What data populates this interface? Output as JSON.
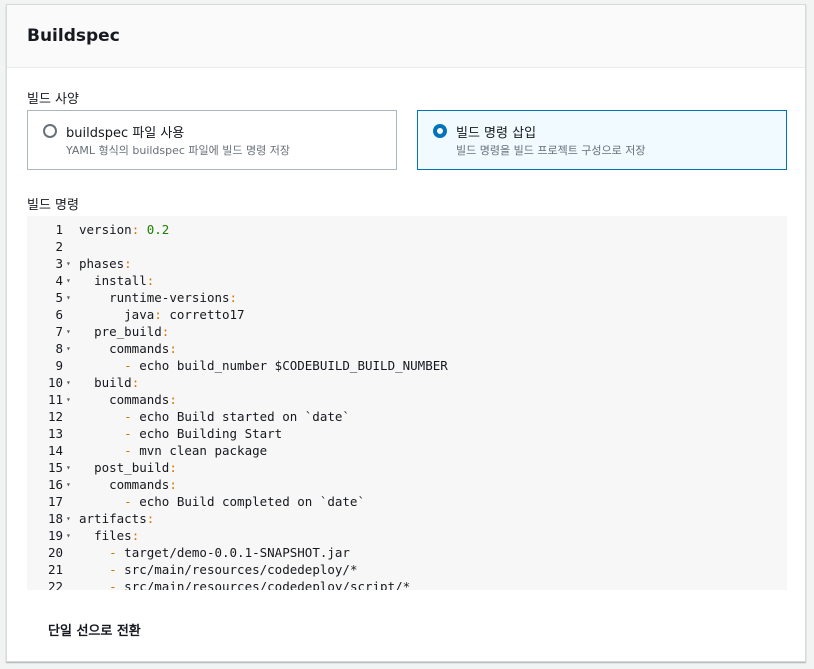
{
  "panel": {
    "title": "Buildspec"
  },
  "build_spec": {
    "label": "빌드 사양",
    "options": [
      {
        "title": "buildspec 파일 사용",
        "description": "YAML 형식의 buildspec 파일에 빌드 명령 저장",
        "selected": false
      },
      {
        "title": "빌드 명령 삽입",
        "description": "빌드 명령을 빌드 프로젝트 구성으로 저장",
        "selected": true
      }
    ]
  },
  "build_commands": {
    "label": "빌드 명령",
    "lines": [
      {
        "num": "1",
        "fold": false,
        "indent": "",
        "key": "version",
        "colon": true,
        "value": "0.2",
        "value_type": "number"
      },
      {
        "num": "2",
        "fold": false,
        "indent": "",
        "key": "",
        "colon": false,
        "value": "",
        "value_type": "text"
      },
      {
        "num": "3",
        "fold": true,
        "indent": "",
        "key": "phases",
        "colon": true,
        "value": "",
        "value_type": "text"
      },
      {
        "num": "4",
        "fold": true,
        "indent": "  ",
        "key": "install",
        "colon": true,
        "value": "",
        "value_type": "text"
      },
      {
        "num": "5",
        "fold": true,
        "indent": "    ",
        "key": "runtime-versions",
        "colon": true,
        "value": "",
        "value_type": "text"
      },
      {
        "num": "6",
        "fold": false,
        "indent": "      ",
        "key": "java",
        "colon": true,
        "value": "corretto17",
        "value_type": "text"
      },
      {
        "num": "7",
        "fold": true,
        "indent": "  ",
        "key": "pre_build",
        "colon": true,
        "value": "",
        "value_type": "text"
      },
      {
        "num": "8",
        "fold": true,
        "indent": "    ",
        "key": "commands",
        "colon": true,
        "value": "",
        "value_type": "text"
      },
      {
        "num": "9",
        "fold": false,
        "indent": "      ",
        "dash": true,
        "key": "",
        "colon": false,
        "value": "echo build_number $CODEBUILD_BUILD_NUMBER",
        "value_type": "text"
      },
      {
        "num": "10",
        "fold": true,
        "indent": "  ",
        "key": "build",
        "colon": true,
        "value": "",
        "value_type": "text"
      },
      {
        "num": "11",
        "fold": true,
        "indent": "    ",
        "key": "commands",
        "colon": true,
        "value": "",
        "value_type": "text"
      },
      {
        "num": "12",
        "fold": false,
        "indent": "      ",
        "dash": true,
        "key": "",
        "colon": false,
        "value": "echo Build started on `date`",
        "value_type": "text"
      },
      {
        "num": "13",
        "fold": false,
        "indent": "      ",
        "dash": true,
        "key": "",
        "colon": false,
        "value": "echo Building Start",
        "value_type": "text"
      },
      {
        "num": "14",
        "fold": false,
        "indent": "      ",
        "dash": true,
        "key": "",
        "colon": false,
        "value": "mvn clean package",
        "value_type": "text"
      },
      {
        "num": "15",
        "fold": true,
        "indent": "  ",
        "key": "post_build",
        "colon": true,
        "value": "",
        "value_type": "text"
      },
      {
        "num": "16",
        "fold": true,
        "indent": "    ",
        "key": "commands",
        "colon": true,
        "value": "",
        "value_type": "text"
      },
      {
        "num": "17",
        "fold": false,
        "indent": "      ",
        "dash": true,
        "key": "",
        "colon": false,
        "value": "echo Build completed on `date`",
        "value_type": "text"
      },
      {
        "num": "18",
        "fold": true,
        "indent": "",
        "key": "artifacts",
        "colon": true,
        "value": "",
        "value_type": "text"
      },
      {
        "num": "19",
        "fold": true,
        "indent": "  ",
        "key": "files",
        "colon": true,
        "value": "",
        "value_type": "text"
      },
      {
        "num": "20",
        "fold": false,
        "indent": "    ",
        "dash": true,
        "key": "",
        "colon": false,
        "value": "target/demo-0.0.1-SNAPSHOT.jar",
        "value_type": "text"
      },
      {
        "num": "21",
        "fold": false,
        "indent": "    ",
        "dash": true,
        "key": "",
        "colon": false,
        "value": "src/main/resources/codedeploy/*",
        "value_type": "text"
      },
      {
        "num": "22",
        "fold": false,
        "indent": "    ",
        "dash": true,
        "key": "",
        "colon": false,
        "value": "src/main/resources/codedeploy/script/*",
        "value_type": "text"
      }
    ]
  },
  "footer": {
    "toggle_label": "단일 선으로 전환"
  },
  "colors": {
    "accent": "#0073bb",
    "yaml_punct": "#d57500",
    "yaml_number": "#1d8102"
  }
}
